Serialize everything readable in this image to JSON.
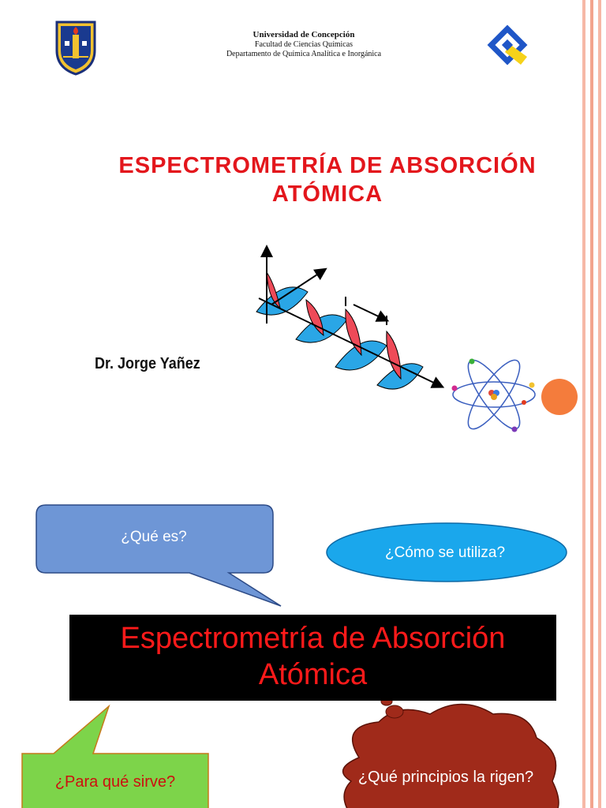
{
  "header": {
    "university": "Universidad de Concepción",
    "faculty": "Facultad de Ciencias Químicas",
    "department": "Departamento de Química Analítica e Inorgánica"
  },
  "title": {
    "line1": "ESPECTROMETRÍA DE ABSORCIÓN",
    "line2": "ATÓMICA"
  },
  "author": "Dr. Jorge Yañez",
  "questions": {
    "what": "¿Qué es?",
    "how": "¿Cómo se utiliza?",
    "purpose": "¿Para qué sirve?",
    "principles": "¿Qué principios la rigen?"
  },
  "banner": {
    "line1": "Espectrometría de Absorción",
    "line2": "Atómica"
  },
  "colors": {
    "title_red": "#e3161c",
    "bubble_blue": "#6e96d6",
    "oval_blue": "#1aa7ec",
    "callout_green": "#7dd44a",
    "cloud_brown": "#a02a1a",
    "accent_orange": "#f47c3c"
  }
}
